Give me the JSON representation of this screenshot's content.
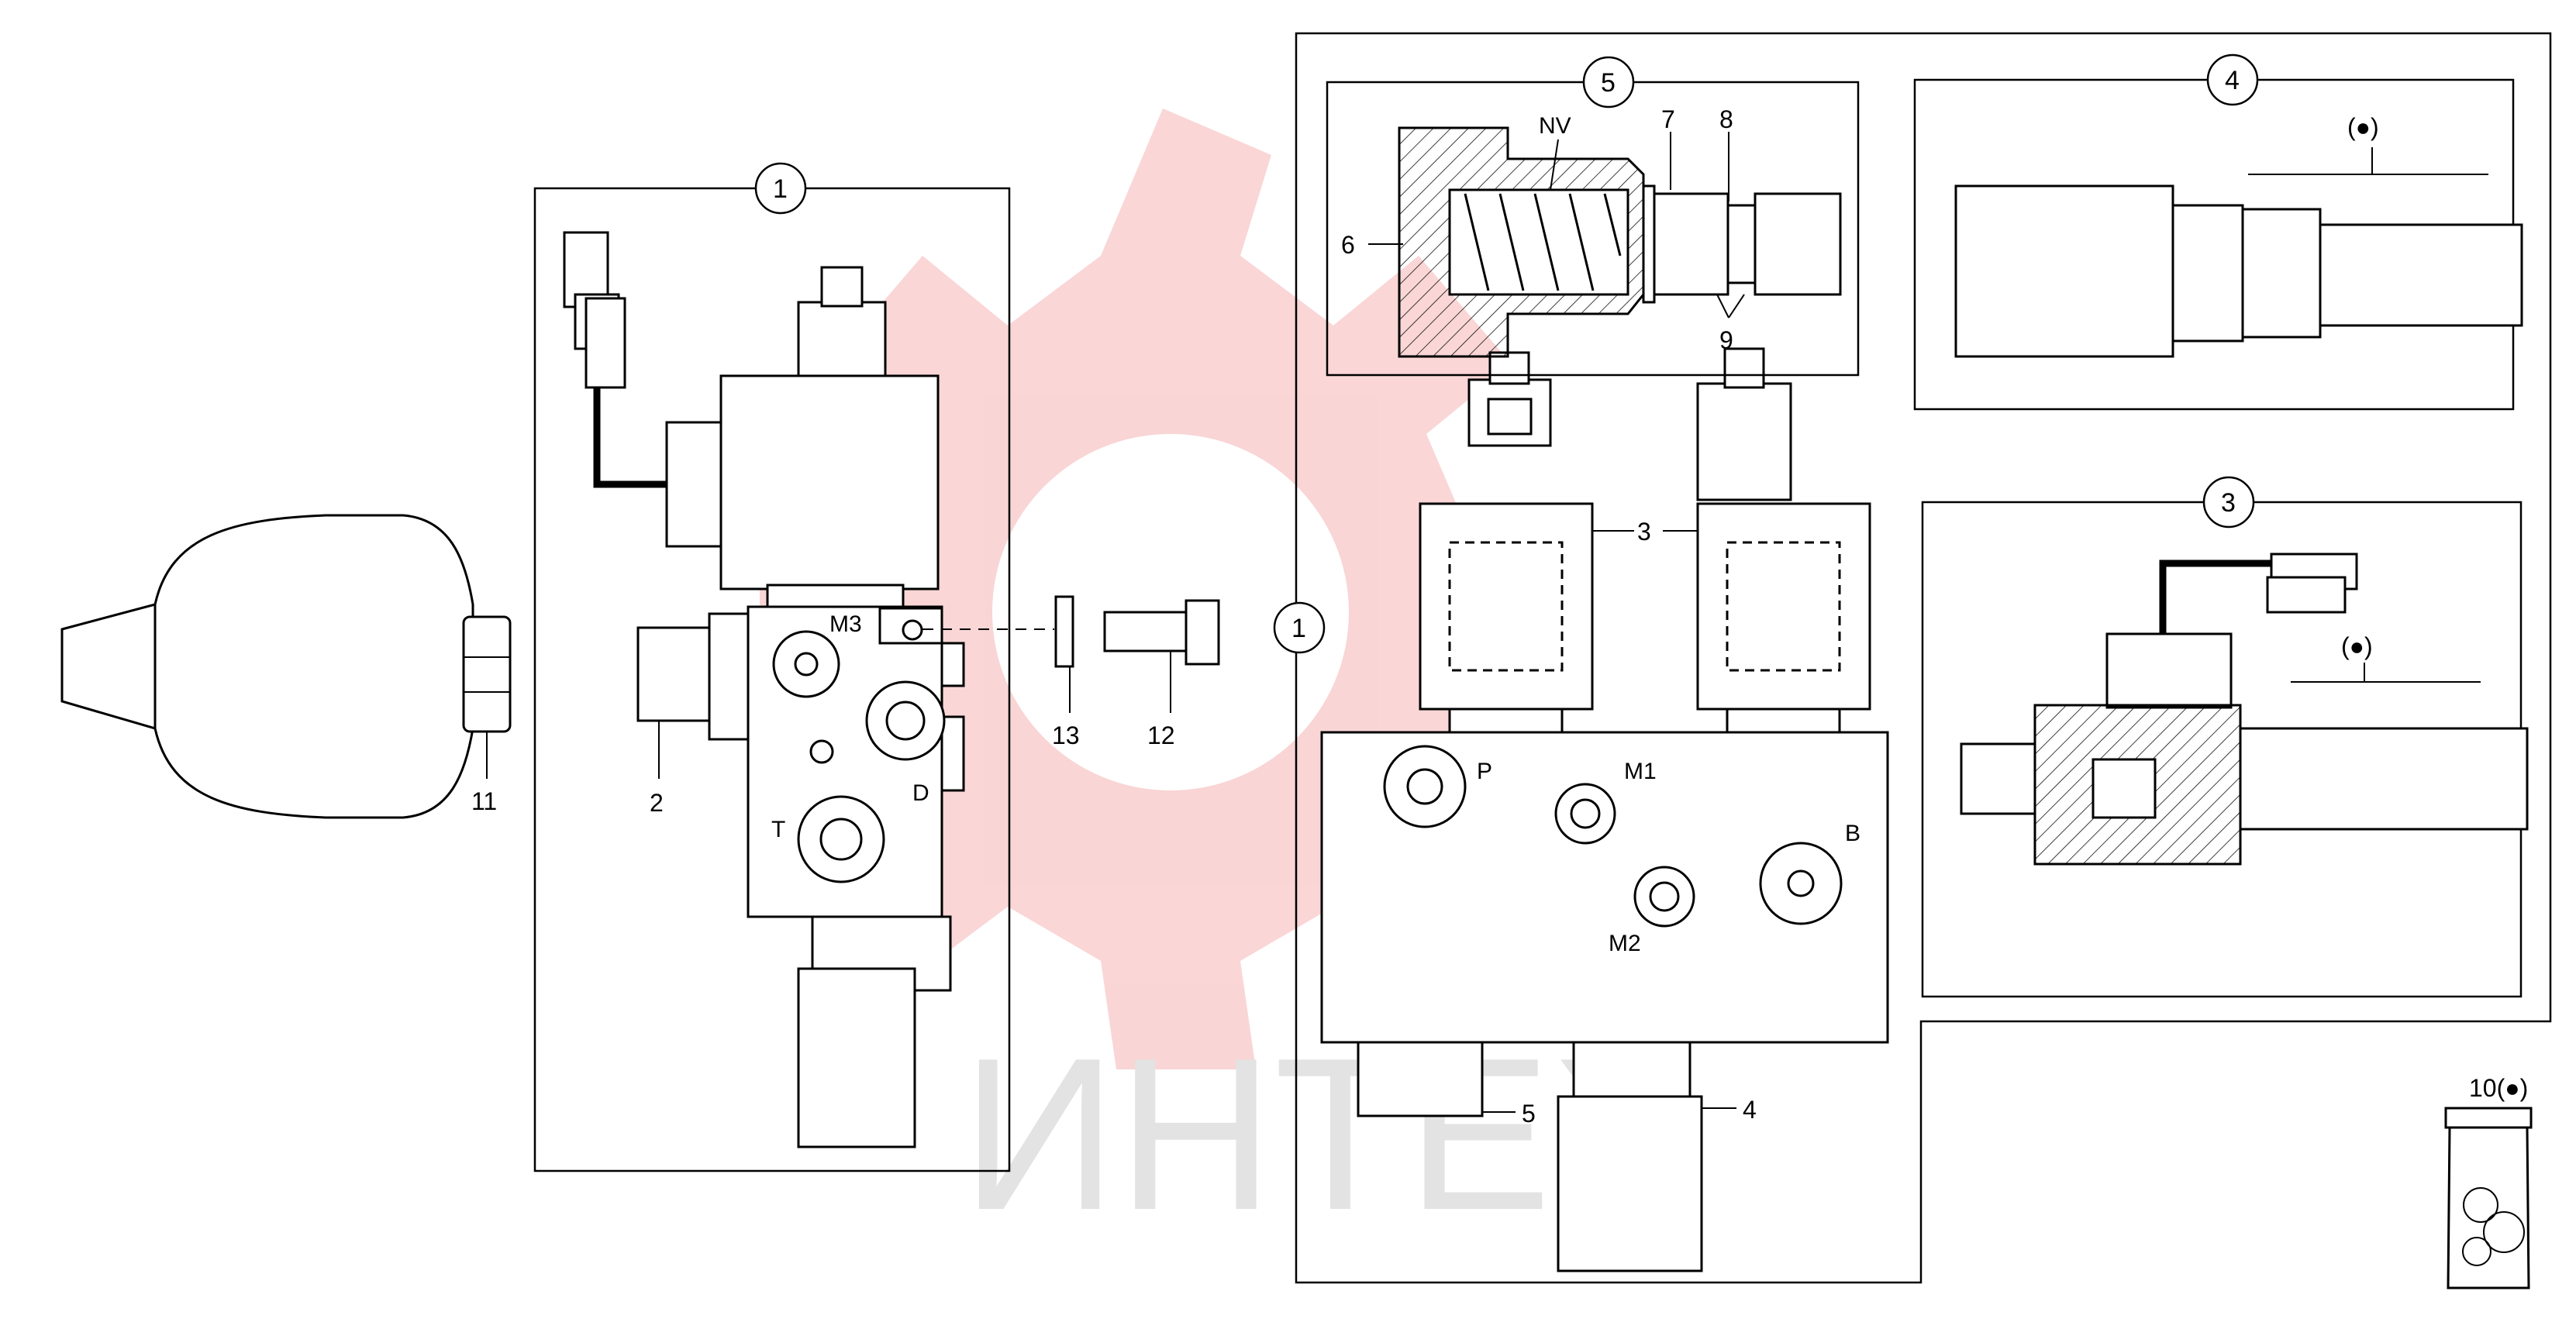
{
  "diagram": {
    "watermark_text": "ИНТЕХ",
    "callouts": {
      "c1_left": "1",
      "c1_right": "1",
      "c2": "2",
      "c3_valve": "3",
      "c3_box": "3",
      "c4_valve": "4",
      "c4_box": "4",
      "c5_valve": "5",
      "c5_box": "5",
      "c6": "6",
      "c7": "7",
      "c8": "8",
      "c9": "9",
      "c10": "10(●)",
      "c11": "11",
      "c12": "12",
      "c13": "13",
      "nv": "NV",
      "dot_box4": "(●)",
      "dot_box3": "(●)"
    },
    "ports": {
      "m3": "M3",
      "d": "D",
      "t": "T",
      "p": "P",
      "m1": "M1",
      "m2": "M2",
      "b": "B"
    }
  }
}
